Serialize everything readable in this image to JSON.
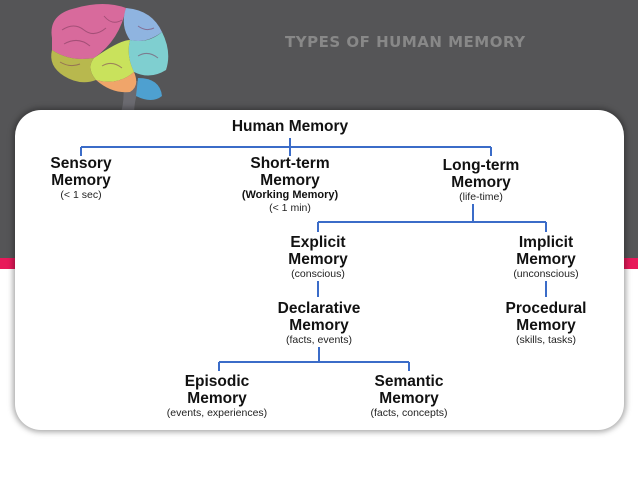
{
  "slide": {
    "title": "TYPES OF HUMAN MEMORY"
  },
  "colors": {
    "background_band": "#555557",
    "accent": "#e8195a",
    "connector": "#3b6cc8",
    "title_text": "#888888"
  },
  "diagram": {
    "root": {
      "title": "Human Memory"
    },
    "sensory": {
      "title": "Sensory",
      "title2": "Memory",
      "note": "(< 1 sec)"
    },
    "short_term": {
      "title": "Short-term",
      "title2": "Memory",
      "alt": "(Working Memory)",
      "note": "(< 1 min)"
    },
    "long_term": {
      "title": "Long-term",
      "title2": "Memory",
      "note": "(life-time)"
    },
    "explicit": {
      "title": "Explicit",
      "title2": "Memory",
      "note": "(conscious)"
    },
    "implicit": {
      "title": "Implicit",
      "title2": "Memory",
      "note": "(unconscious)"
    },
    "declarative": {
      "title": "Declarative",
      "title2": "Memory",
      "note": "(facts, events)"
    },
    "procedural": {
      "title": "Procedural",
      "title2": "Memory",
      "note": "(skills, tasks)"
    },
    "episodic": {
      "title": "Episodic",
      "title2": "Memory",
      "note": "(events, experiences)"
    },
    "semantic": {
      "title": "Semantic",
      "title2": "Memory",
      "note": "(facts, concepts)"
    }
  }
}
